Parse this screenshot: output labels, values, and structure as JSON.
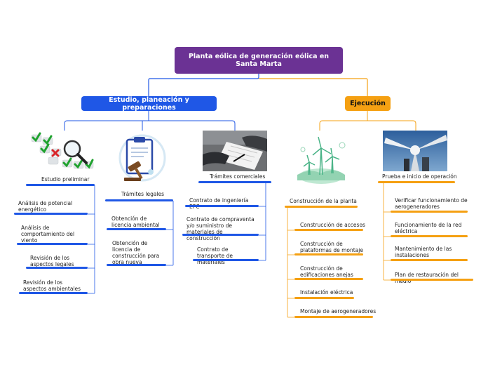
{
  "root": {
    "title": "Planta eólica de generación eólica en Santa Marta"
  },
  "branches": {
    "left": {
      "title": "Estudio, planeación y preparaciones",
      "color": "#1f57e6"
    },
    "right": {
      "title": "Ejecución",
      "color": "#f5a012"
    }
  },
  "nodes": {
    "estudio": {
      "title": "Estudio preliminar",
      "items": [
        "Análisis de potencial energético",
        "Análisis de comportamiento del viento",
        "Revisión de los aspectos legales",
        "Revisión de los aspectos ambientales"
      ]
    },
    "tramites_legales": {
      "title": "Trámites legales",
      "items": [
        "Obtención de licencia ambiental",
        "Obtención de licencia de construcción para obra nueva"
      ]
    },
    "tramites_comerciales": {
      "title": "Trámites comerciales",
      "items": [
        "Contrato de ingeniería EPC",
        "Contrato de compraventa y/o suministro de materiales de construcción",
        "Contrato de transporte de materiales"
      ]
    },
    "construccion": {
      "title": "Construcción de la planta",
      "items": [
        "Construcción de accesos",
        "Construcción de plataformas de montaje",
        "Construcción de edificaciones anejas",
        "Instalación eléctrica",
        "Montaje de aerogeneradores"
      ]
    },
    "prueba": {
      "title": "Prueba e inicio de operación",
      "items": [
        "Verificar funcionamiento de aerogeneradores",
        "Funcionamiento de la red eléctrica",
        "Mantenimiento de las instalaciones",
        "Plan de restauración del medio"
      ]
    }
  },
  "icons": {
    "estudio": "checklist-magnifier-icon",
    "tramites_legales": "clipboard-gavel-icon",
    "tramites_comerciales": "signing-contract-photo",
    "construccion": "wind-turbines-icon",
    "prueba": "wind-turbine-photo"
  }
}
